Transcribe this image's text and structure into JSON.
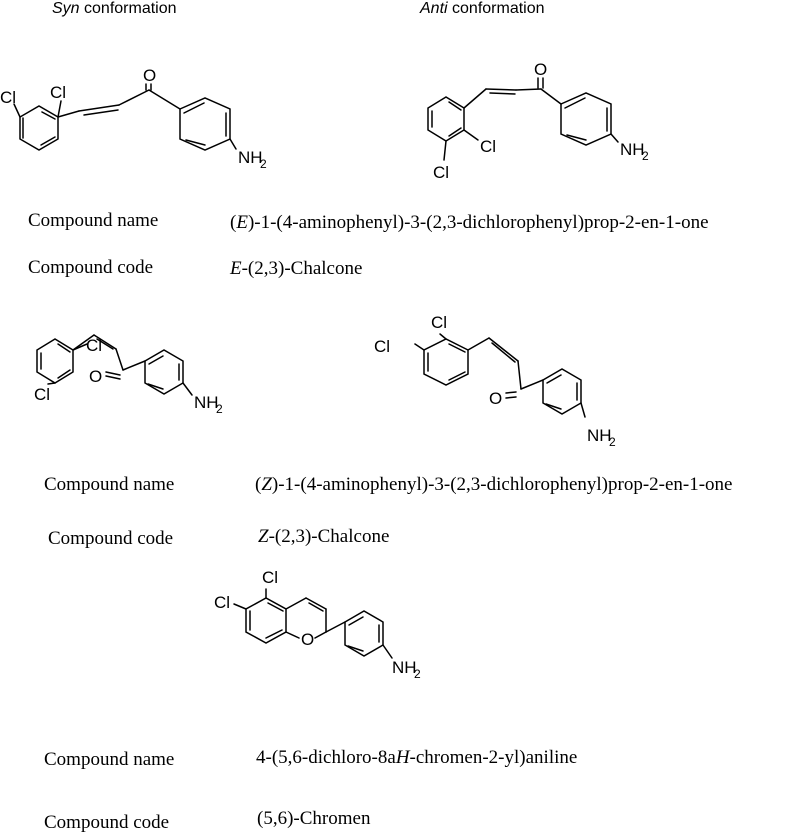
{
  "headers": {
    "syn_italic": "Syn",
    "syn_rest": " conformation",
    "anti_italic": "Anti",
    "anti_rest": "  conformation"
  },
  "atoms": {
    "cl": "Cl",
    "o": "O",
    "nh": "NH",
    "sub2": "2"
  },
  "compounds": [
    {
      "name_label": "Compound name",
      "name_pre": "(",
      "name_italic": "E",
      "name_post": ")-1-(4-aminophenyl)-3-(2,3-dichlorophenyl)prop-2-en-1-one",
      "code_label": "Compound code",
      "code_italic": "E",
      "code_post": "-(2,3)-Chalcone"
    },
    {
      "name_label": "Compound name",
      "name_pre": "(",
      "name_italic": "Z",
      "name_post": ")-1-(4-aminophenyl)-3-(2,3-dichlorophenyl)prop-2-en-1-one",
      "code_label": "Compound code",
      "code_italic": "Z",
      "code_post": "-(2,3)-Chalcone"
    },
    {
      "name_label": "Compound name",
      "name_pre": "4-(5,6-dichloro-8a",
      "name_italic": "H",
      "name_post": "-chromen-2-yl)aniline",
      "code_label": "Compound code",
      "code_text": "(5,6)-Chromen"
    }
  ]
}
